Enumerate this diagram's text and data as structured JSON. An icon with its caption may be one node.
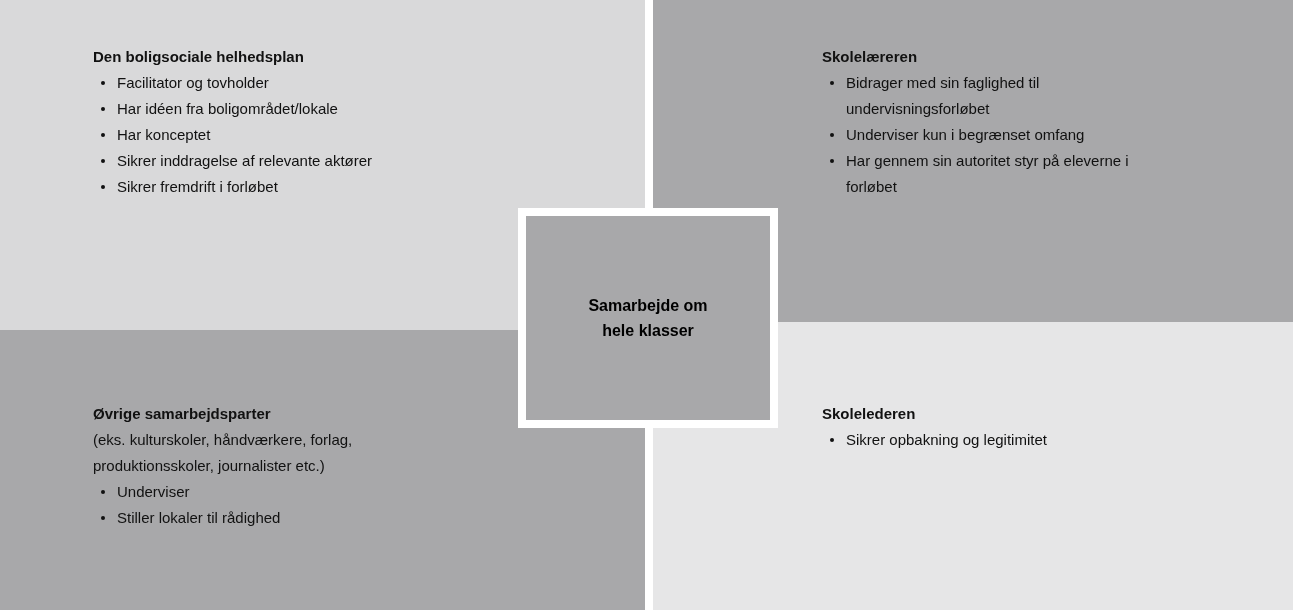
{
  "diagram": {
    "nodes": [
      {
        "text": [
          "Den boligsociale helhedsplan",
          "Facilitator og tovholder",
          "Har idéen fra boligområdet/lokale",
          "Har konceptet",
          "Sikrer inddragelse af relevante aktører",
          "Sikrer fremdrift i forløbet"
        ]
      },
      {
        "text": [
          "Skolelæreren",
          "Bidrager med sin faglighed til undervisningsforløbet",
          "Underviser kun i begrænset omfang",
          "Har gennem sin autoritet styr på eleverne i forløbet"
        ]
      },
      {
        "text": [
          "Samarbejde om hele klasser"
        ]
      },
      {
        "text": [
          "Øvrige samarbejdsparter",
          "(eks. kulturskoler, håndværkere, forlag, produktionsskoler, journalister etc.)",
          "Underviser",
          "Stiller lokaler til rådighed"
        ]
      },
      {
        "text": [
          "Skolelederen",
          "Sikrer opbakning og legitimitet"
        ]
      }
    ]
  }
}
